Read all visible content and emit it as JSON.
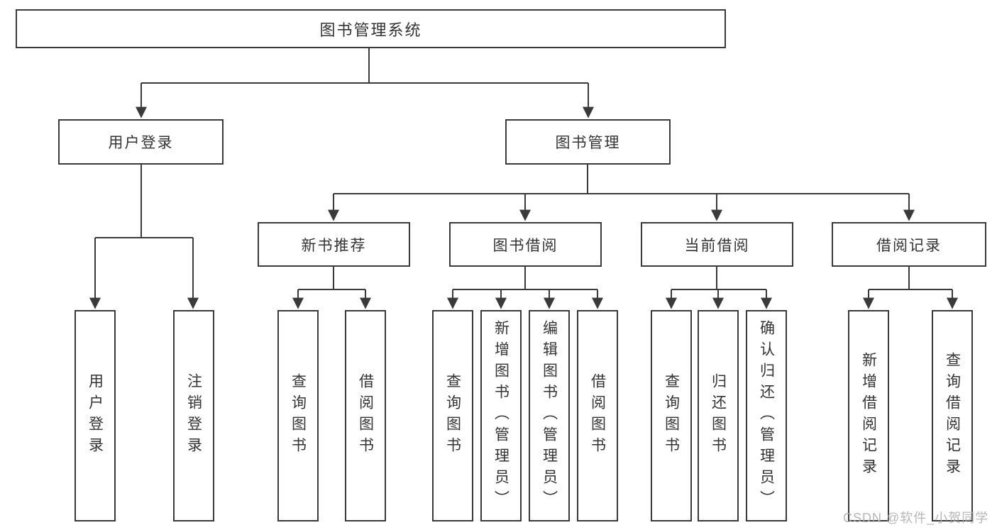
{
  "diagram": {
    "type": "hierarchy-tree",
    "watermark": "CSDN @软件_小贺同学",
    "colors": {
      "line": "#3a3a3a",
      "border": "#3a3a3a",
      "text": "#333333",
      "background": "#ffffff",
      "watermark": "#afafaf"
    },
    "nodes": {
      "root": {
        "label": "图书管理系统"
      },
      "user_login_group": {
        "label": "用户登录"
      },
      "book_mgmt": {
        "label": "图书管理"
      },
      "login": {
        "label": "用户登录"
      },
      "logout": {
        "label": "注销登录"
      },
      "new_books": {
        "label": "新书推荐"
      },
      "book_borrow": {
        "label": "图书借阅"
      },
      "current_borrow": {
        "label": "当前借阅"
      },
      "borrow_records": {
        "label": "借阅记录"
      },
      "nb_query": {
        "label": "查询图书"
      },
      "nb_borrow": {
        "label": "借阅图书"
      },
      "bb_query": {
        "label": "查询图书"
      },
      "bb_add": {
        "label": "新增图书（管理员）"
      },
      "bb_edit": {
        "label": "编辑图书（管理员）"
      },
      "bb_borrow": {
        "label": "借阅图书"
      },
      "cb_query": {
        "label": "查询图书"
      },
      "cb_return": {
        "label": "归还图书"
      },
      "cb_confirm": {
        "label": "确认归还（管理员）"
      },
      "br_add": {
        "label": "新增借阅记录"
      },
      "br_query": {
        "label": "查询借阅记录"
      }
    },
    "edges": [
      [
        "root",
        "user_login_group"
      ],
      [
        "root",
        "book_mgmt"
      ],
      [
        "user_login_group",
        "login"
      ],
      [
        "user_login_group",
        "logout"
      ],
      [
        "book_mgmt",
        "new_books"
      ],
      [
        "book_mgmt",
        "book_borrow"
      ],
      [
        "book_mgmt",
        "current_borrow"
      ],
      [
        "book_mgmt",
        "borrow_records"
      ],
      [
        "new_books",
        "nb_query"
      ],
      [
        "new_books",
        "nb_borrow"
      ],
      [
        "book_borrow",
        "bb_query"
      ],
      [
        "book_borrow",
        "bb_add"
      ],
      [
        "book_borrow",
        "bb_edit"
      ],
      [
        "book_borrow",
        "bb_borrow"
      ],
      [
        "current_borrow",
        "cb_query"
      ],
      [
        "current_borrow",
        "cb_return"
      ],
      [
        "current_borrow",
        "cb_confirm"
      ],
      [
        "borrow_records",
        "br_add"
      ],
      [
        "borrow_records",
        "br_query"
      ]
    ]
  }
}
